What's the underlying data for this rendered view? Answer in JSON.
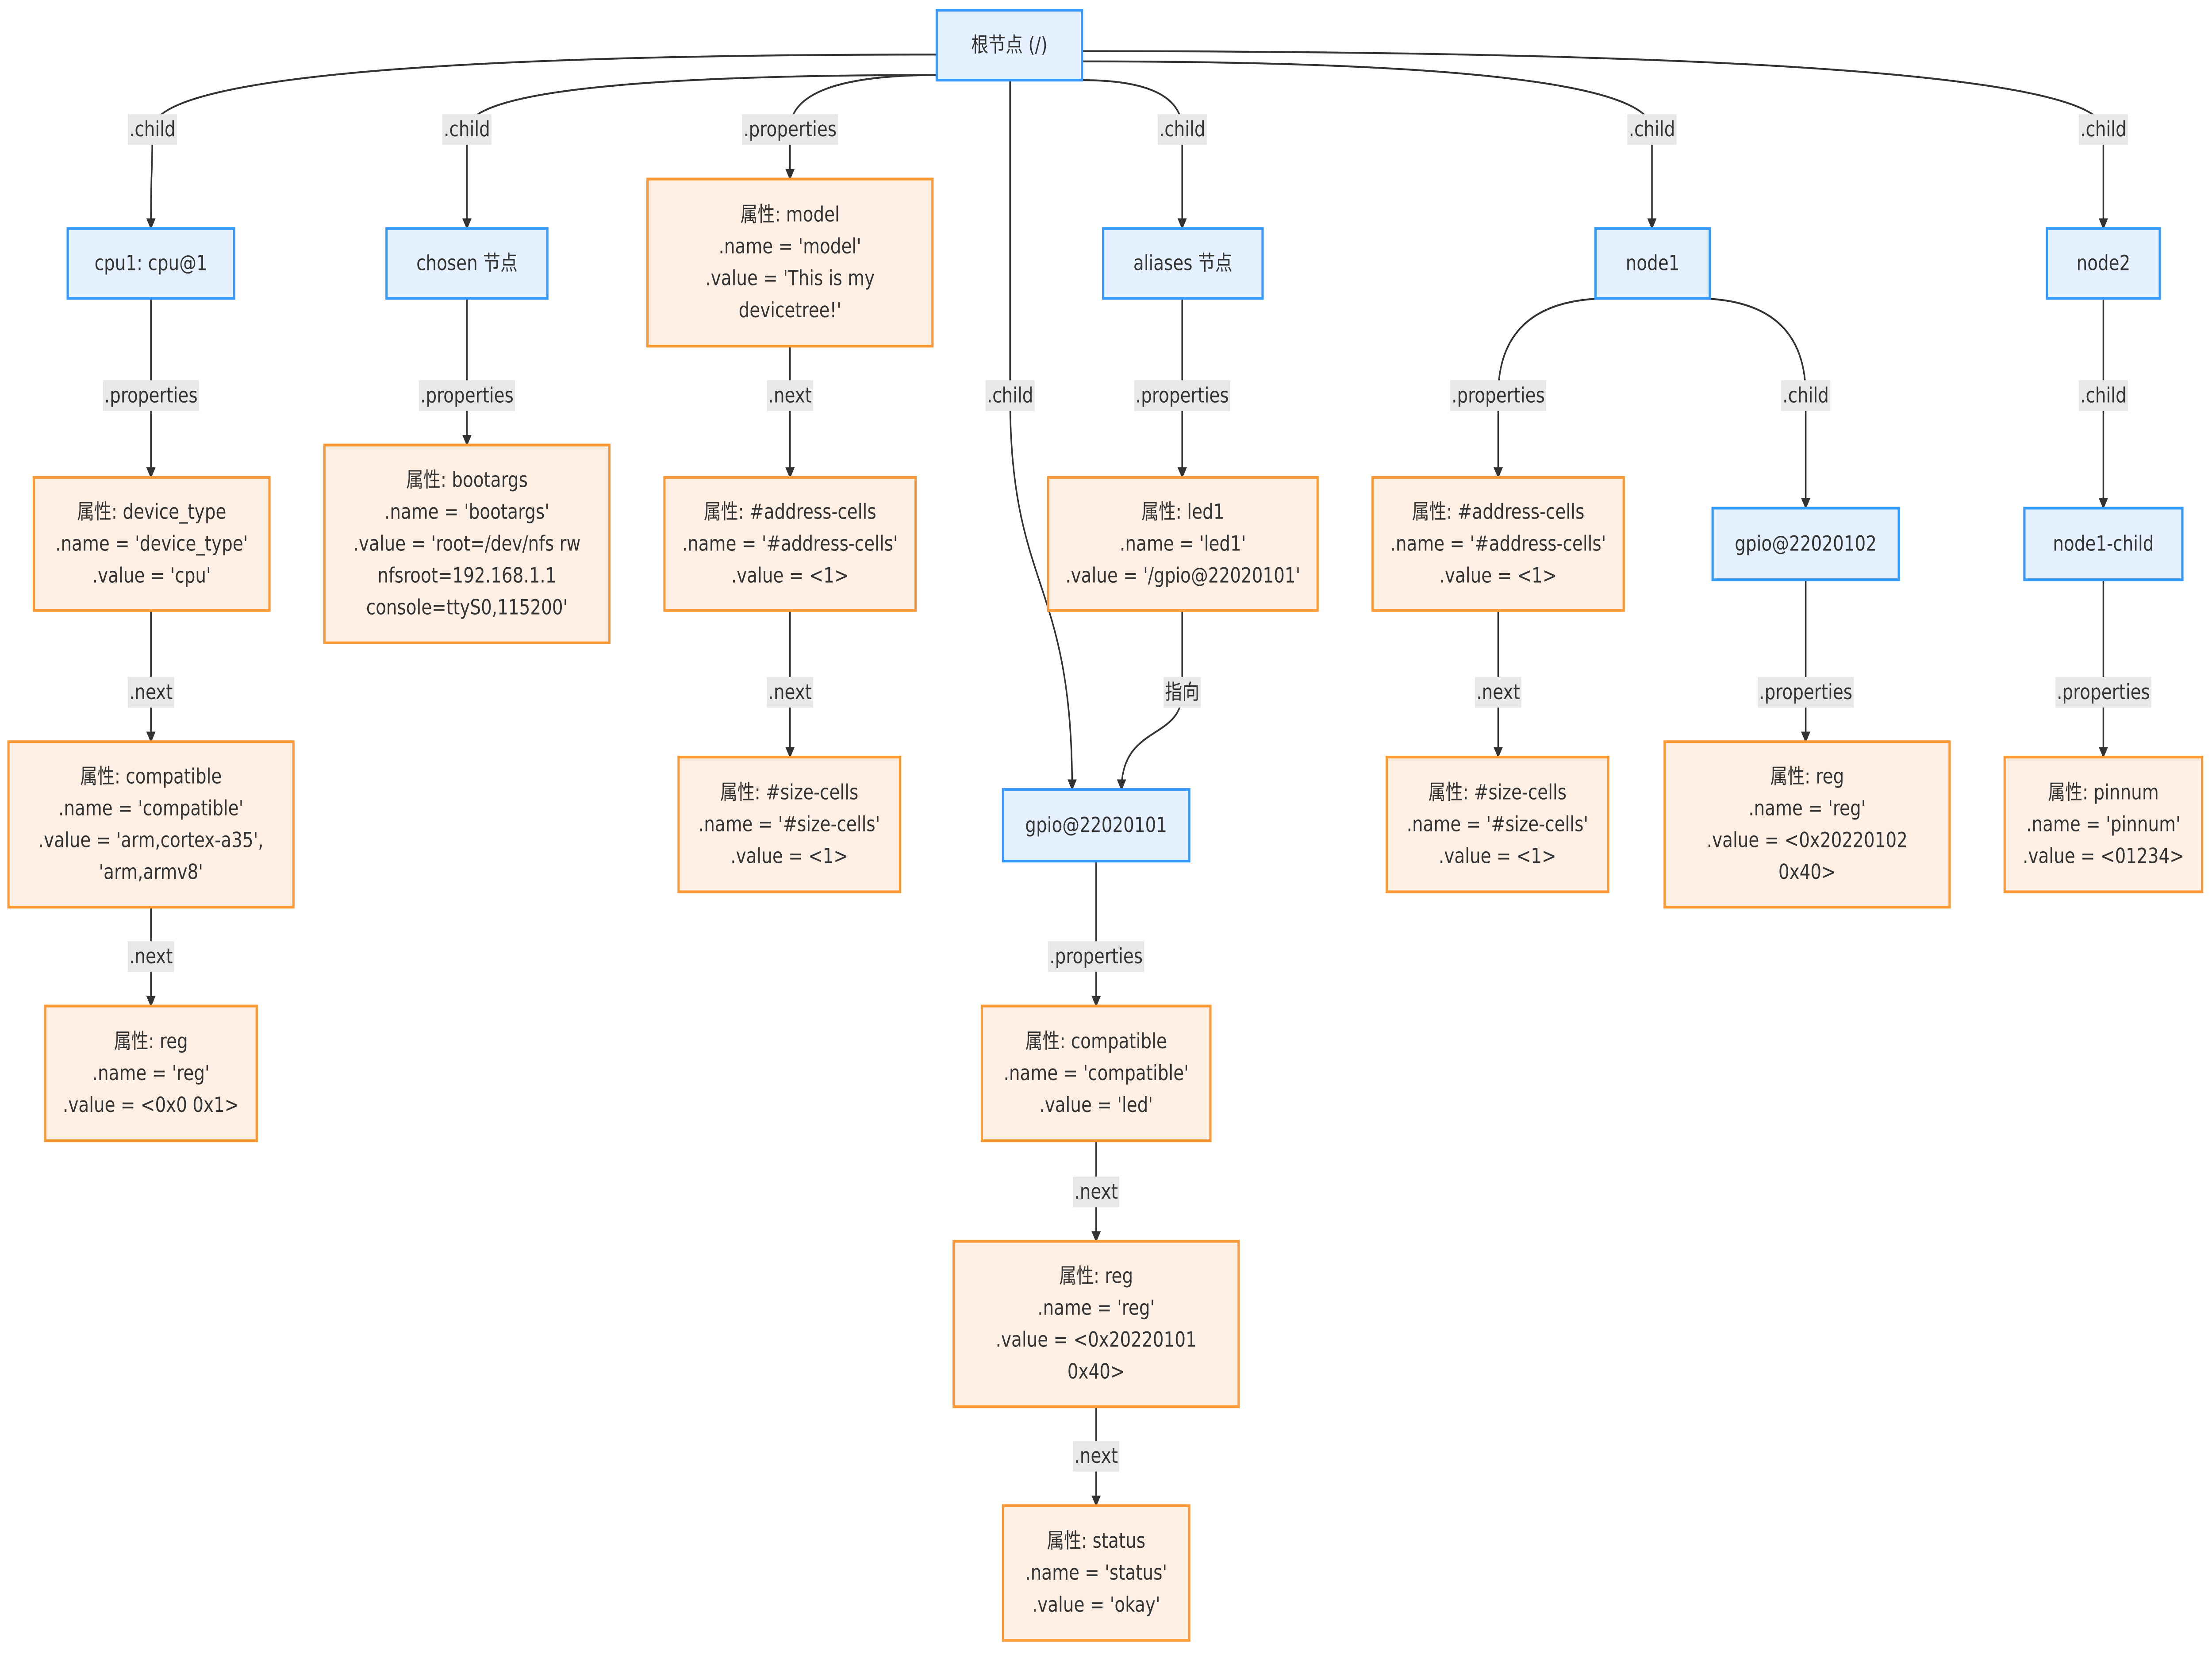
{
  "colors": {
    "node_fill": "#e5f1fe",
    "node_stroke": "#3399ff",
    "prop_fill": "#fdefe3",
    "prop_stroke": "#fb9a35",
    "edge": "#333333",
    "label_bg": "#e8e8e8",
    "text": "#333333"
  },
  "nodes": [
    {
      "id": "root",
      "kind": "node",
      "lines": [
        "根节点 (/)"
      ]
    },
    {
      "id": "cpu",
      "kind": "node",
      "lines": [
        "cpu1: cpu@1"
      ]
    },
    {
      "id": "chosen",
      "kind": "node",
      "lines": [
        "chosen 节点"
      ]
    },
    {
      "id": "model",
      "kind": "prop",
      "lines": [
        "属性: model",
        ".name = 'model'",
        ".value = 'This is my",
        "devicetree!'"
      ]
    },
    {
      "id": "aliases",
      "kind": "node",
      "lines": [
        "aliases 节点"
      ]
    },
    {
      "id": "node1",
      "kind": "node",
      "lines": [
        "node1"
      ]
    },
    {
      "id": "node2",
      "kind": "node",
      "lines": [
        "node2"
      ]
    },
    {
      "id": "devtype",
      "kind": "prop",
      "lines": [
        "属性: device_type",
        ".name = 'device_type'",
        ".value = 'cpu'"
      ]
    },
    {
      "id": "bootargs",
      "kind": "prop",
      "lines": [
        "属性: bootargs",
        ".name = 'bootargs'",
        ".value = 'root=/dev/nfs rw",
        "nfsroot=192.168.1.1",
        "console=ttyS0,115200'"
      ]
    },
    {
      "id": "addr1",
      "kind": "prop",
      "lines": [
        "属性: #address-cells",
        ".name = '#address-cells'",
        ".value = <1>"
      ]
    },
    {
      "id": "led1",
      "kind": "prop",
      "lines": [
        "属性: led1",
        ".name = 'led1'",
        ".value = '/gpio@22020101'"
      ]
    },
    {
      "id": "addr2",
      "kind": "prop",
      "lines": [
        "属性: #address-cells",
        ".name = '#address-cells'",
        ".value = <1>"
      ]
    },
    {
      "id": "gpio102",
      "kind": "node",
      "lines": [
        "gpio@22020102"
      ]
    },
    {
      "id": "n1child",
      "kind": "node",
      "lines": [
        "node1-child"
      ]
    },
    {
      "id": "compat1",
      "kind": "prop",
      "lines": [
        "属性: compatible",
        ".name = 'compatible'",
        ".value = 'arm,cortex-a35',",
        "'arm,armv8'"
      ]
    },
    {
      "id": "size1",
      "kind": "prop",
      "lines": [
        "属性: #size-cells",
        ".name = '#size-cells'",
        ".value = <1>"
      ]
    },
    {
      "id": "gpio101",
      "kind": "node",
      "lines": [
        "gpio@22020101"
      ]
    },
    {
      "id": "size2",
      "kind": "prop",
      "lines": [
        "属性: #size-cells",
        ".name = '#size-cells'",
        ".value = <1>"
      ]
    },
    {
      "id": "reg2",
      "kind": "prop",
      "lines": [
        "属性: reg",
        ".name = 'reg'",
        ".value = <0x20220102",
        "0x40>"
      ]
    },
    {
      "id": "pinnum",
      "kind": "prop",
      "lines": [
        "属性: pinnum",
        ".name = 'pinnum'",
        ".value = <01234>"
      ]
    },
    {
      "id": "reg1",
      "kind": "prop",
      "lines": [
        "属性: reg",
        ".name = 'reg'",
        ".value = <0x0 0x1>"
      ]
    },
    {
      "id": "compat2",
      "kind": "prop",
      "lines": [
        "属性: compatible",
        ".name = 'compatible'",
        ".value = 'led'"
      ]
    },
    {
      "id": "reg3",
      "kind": "prop",
      "lines": [
        "属性: reg",
        ".name = 'reg'",
        ".value = <0x20220101",
        "0x40>"
      ]
    },
    {
      "id": "status",
      "kind": "prop",
      "lines": [
        "属性: status",
        ".name = 'status'",
        ".value = 'okay'"
      ]
    }
  ],
  "edges": [
    {
      "from": "root",
      "to": "cpu",
      "label": ".child"
    },
    {
      "from": "root",
      "to": "chosen",
      "label": ".child"
    },
    {
      "from": "root",
      "to": "model",
      "label": ".properties"
    },
    {
      "from": "root",
      "to": "gpio101",
      "label": ".child"
    },
    {
      "from": "root",
      "to": "aliases",
      "label": ".child"
    },
    {
      "from": "root",
      "to": "node1",
      "label": ".child"
    },
    {
      "from": "root",
      "to": "node2",
      "label": ".child"
    },
    {
      "from": "cpu",
      "to": "devtype",
      "label": ".properties"
    },
    {
      "from": "devtype",
      "to": "compat1",
      "label": ".next"
    },
    {
      "from": "compat1",
      "to": "reg1",
      "label": ".next"
    },
    {
      "from": "chosen",
      "to": "bootargs",
      "label": ".properties"
    },
    {
      "from": "model",
      "to": "addr1",
      "label": ".next"
    },
    {
      "from": "addr1",
      "to": "size1",
      "label": ".next"
    },
    {
      "from": "aliases",
      "to": "led1",
      "label": ".properties"
    },
    {
      "from": "led1",
      "to": "gpio101",
      "label": "指向"
    },
    {
      "from": "node1",
      "to": "addr2",
      "label": ".properties"
    },
    {
      "from": "addr2",
      "to": "size2",
      "label": ".next"
    },
    {
      "from": "node1",
      "to": "gpio102",
      "label": ".child"
    },
    {
      "from": "gpio102",
      "to": "reg2",
      "label": ".properties"
    },
    {
      "from": "node2",
      "to": "n1child",
      "label": ".child"
    },
    {
      "from": "n1child",
      "to": "pinnum",
      "label": ".properties"
    },
    {
      "from": "gpio101",
      "to": "compat2",
      "label": ".properties"
    },
    {
      "from": "compat2",
      "to": "reg3",
      "label": ".next"
    },
    {
      "from": "reg3",
      "to": "status",
      "label": ".next"
    }
  ]
}
